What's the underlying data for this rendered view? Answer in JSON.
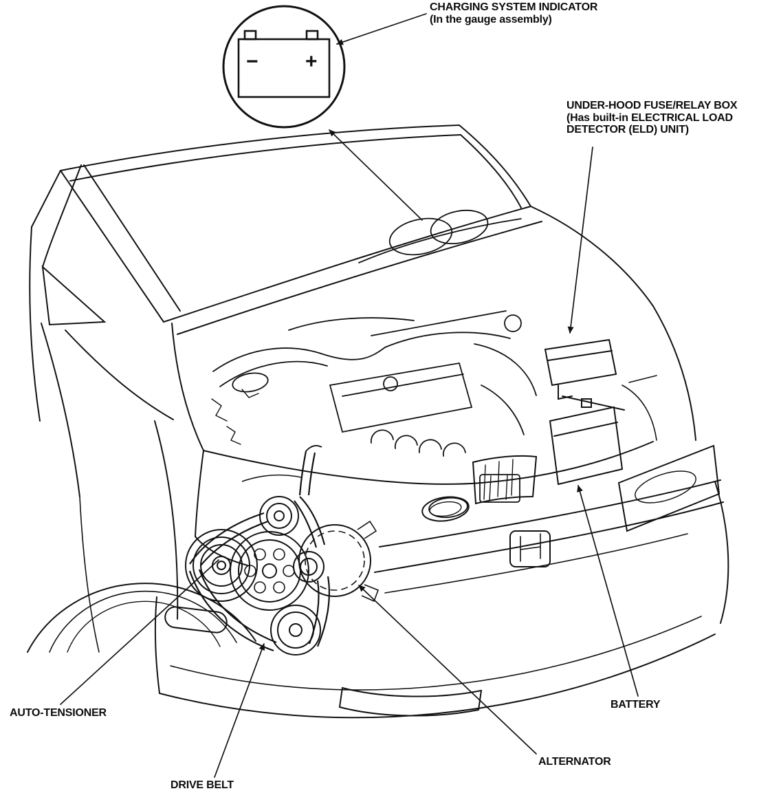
{
  "diagram": {
    "labels": {
      "charging_system_indicator": {
        "line1": "CHARGING SYSTEM INDICATOR",
        "line2": "(In the gauge assembly)"
      },
      "underhood_fuse_relay_box": {
        "line1": "UNDER-HOOD FUSE/RELAY BOX",
        "line2": "(Has built-in ELECTRICAL LOAD",
        "line3": "DETECTOR (ELD) UNIT)"
      },
      "battery": {
        "label": "BATTERY"
      },
      "alternator": {
        "label": "ALTERNATOR"
      },
      "drive_belt": {
        "label": "DRIVE BELT"
      },
      "auto_tensioner": {
        "label": "AUTO-TENSIONER"
      }
    },
    "inset": {
      "minus": "−",
      "plus": "+"
    },
    "colors": {
      "line": "#111111",
      "background": "#ffffff"
    }
  }
}
